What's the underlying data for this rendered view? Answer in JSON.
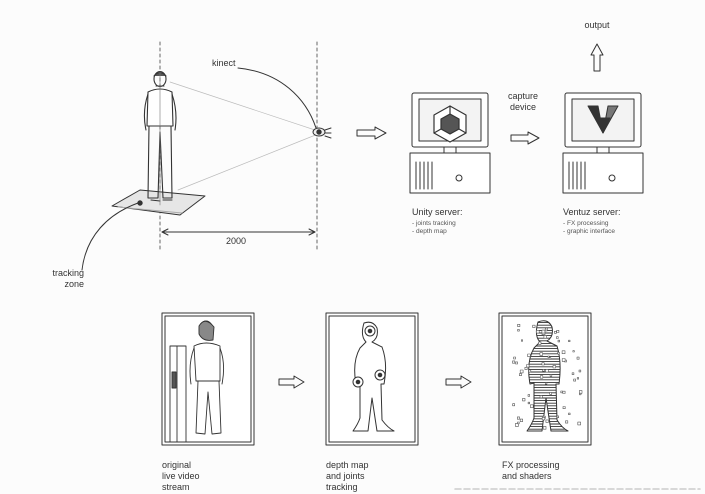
{
  "top": {
    "kinect_label": "kinect",
    "distance_label": "2000",
    "tracking_zone_label": [
      "tracking",
      "zone"
    ],
    "capture_label": [
      "capture",
      "device"
    ],
    "output_label": "output",
    "unity_title": "Unity server:",
    "unity_items": [
      "- joints tracking",
      "- depth map"
    ],
    "ventuz_title": "Ventuz server:",
    "ventuz_items": [
      "- FX processing",
      "- graphic interface"
    ]
  },
  "pipeline": [
    {
      "caption": [
        "original",
        "live video",
        "stream"
      ]
    },
    {
      "caption": [
        "depth map",
        "and joints",
        "tracking"
      ]
    },
    {
      "caption": [
        "FX processing",
        "and shaders"
      ]
    }
  ],
  "colors": {
    "ink": "#333333",
    "paper": "#fcfcfc",
    "shade": "#bbbbbb"
  }
}
